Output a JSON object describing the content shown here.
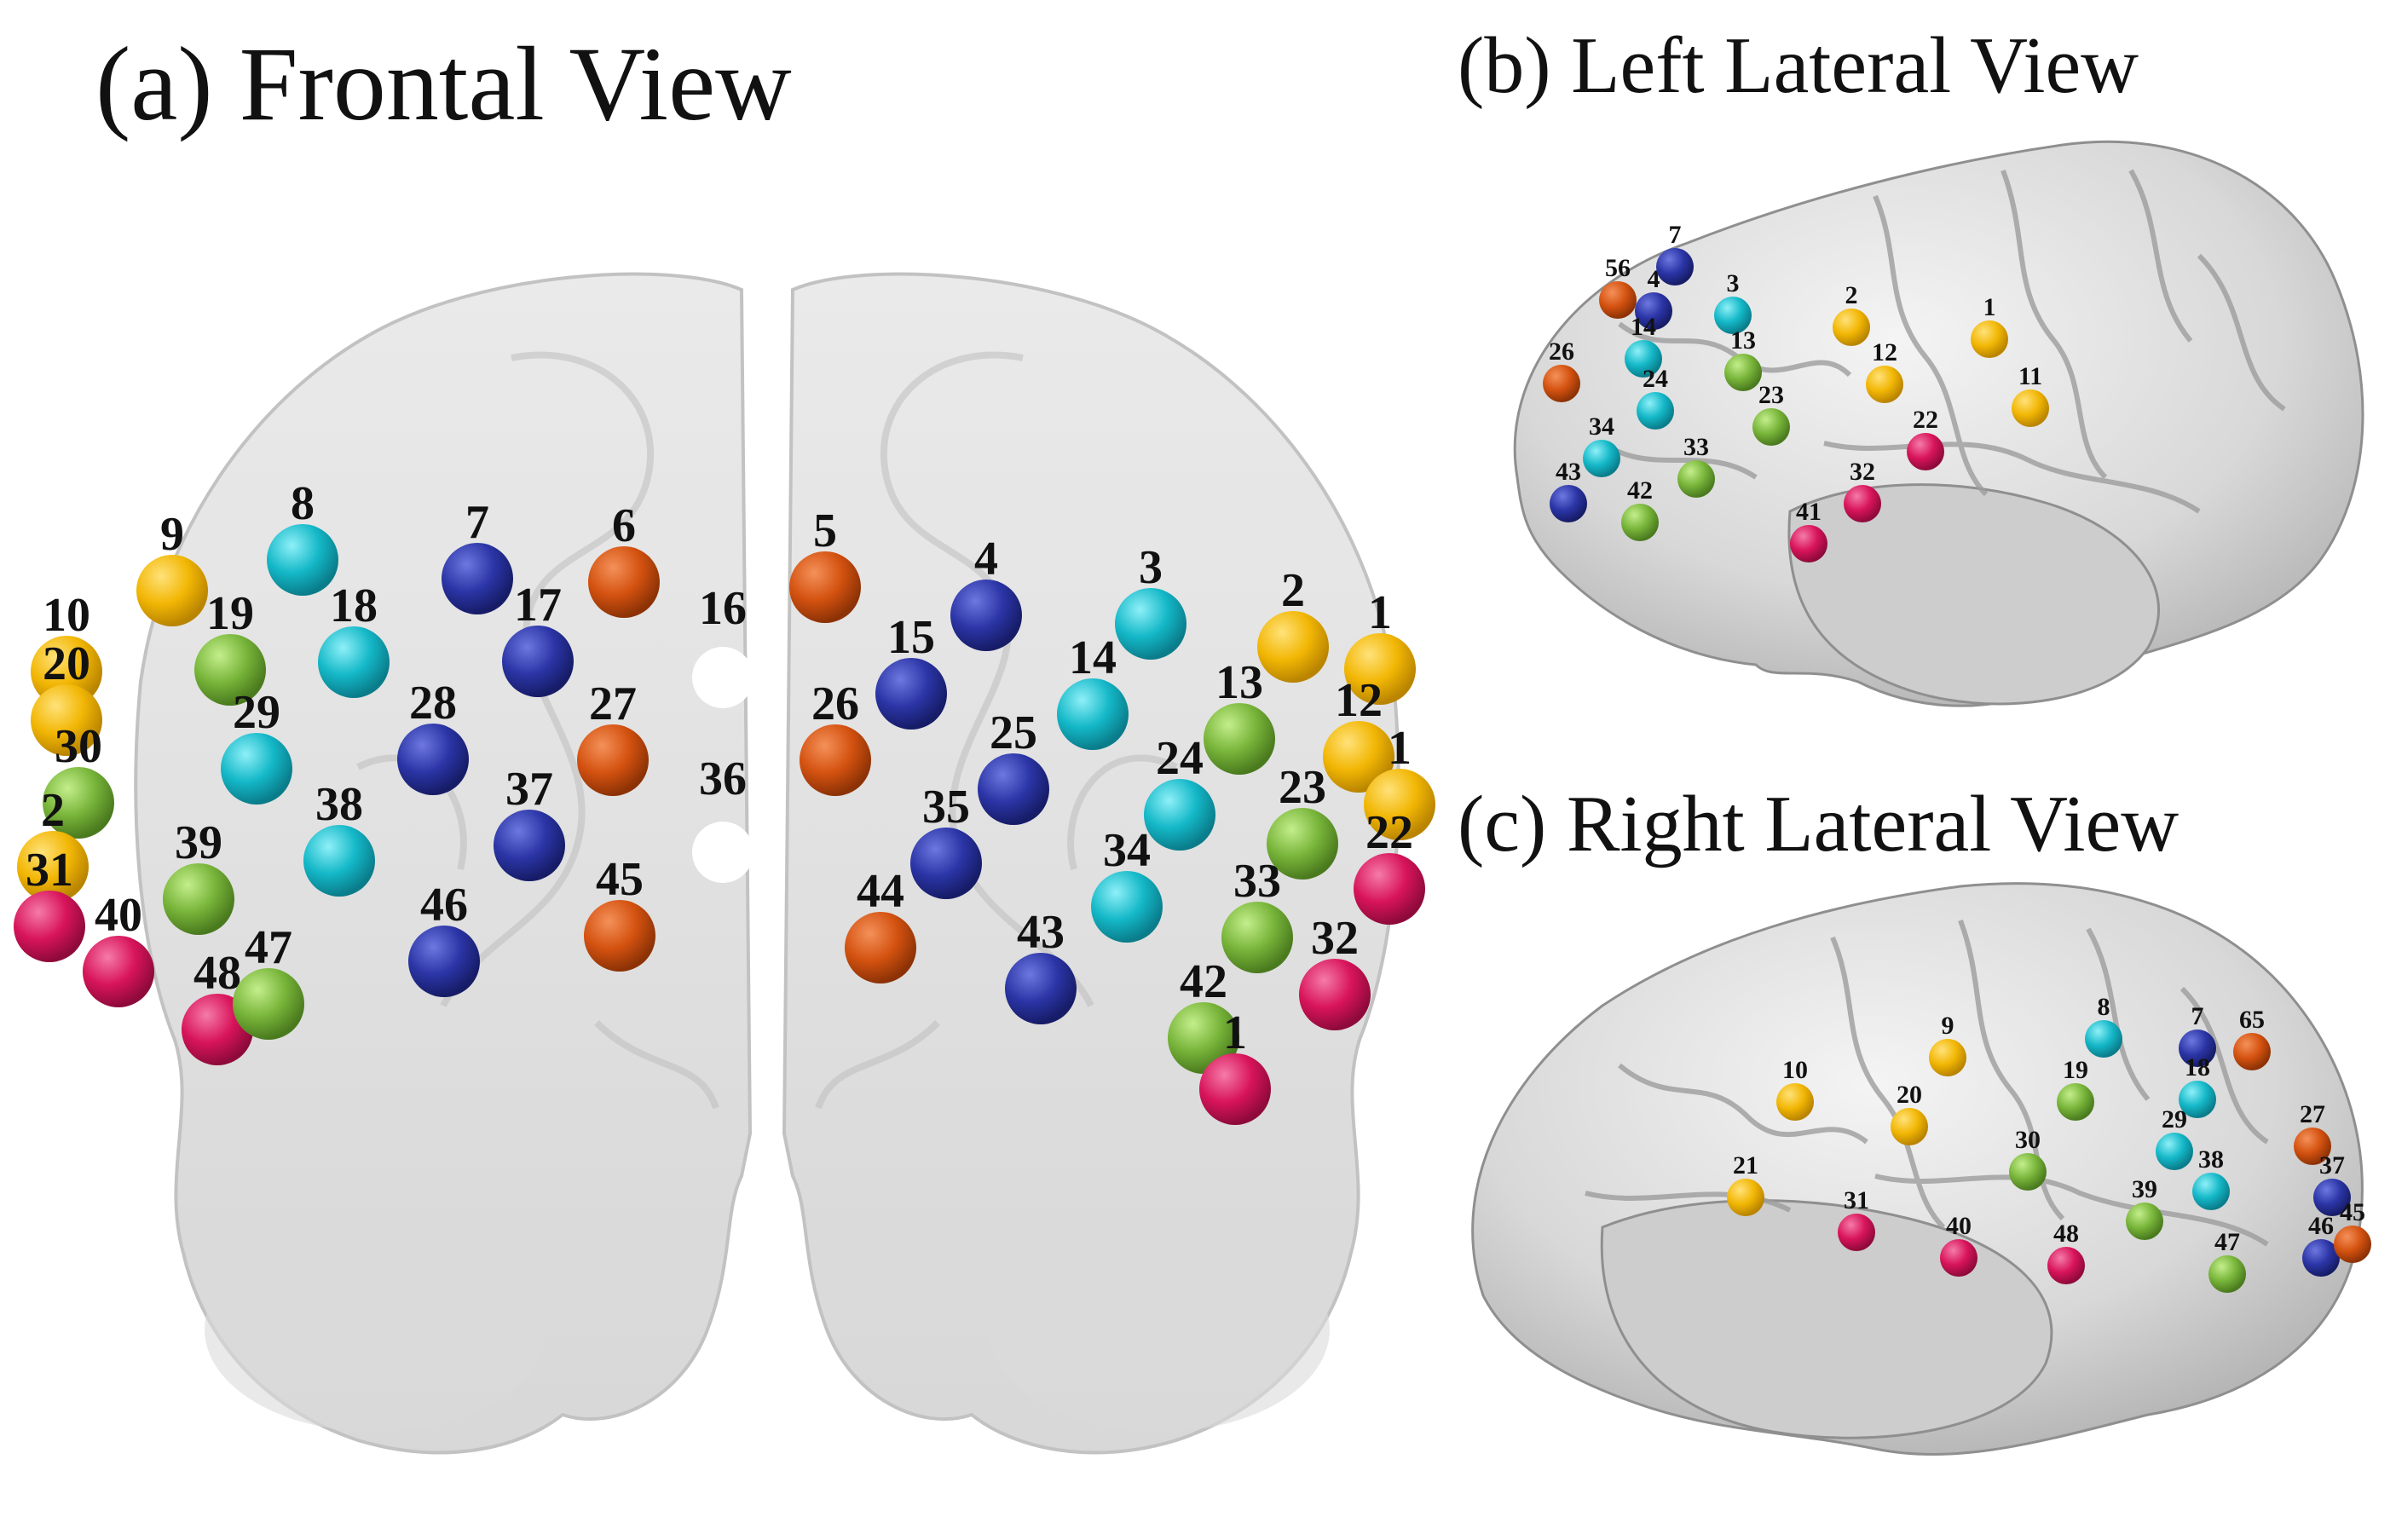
{
  "panels": {
    "frontal": {
      "title": "(a) Frontal View"
    },
    "left": {
      "title": "(b) Left Lateral View"
    },
    "right": {
      "title": "(c) Right Lateral View"
    }
  },
  "colors": {
    "yellow": "#F2B705",
    "cyan": "#14B8C8",
    "blue": "#2B35A6",
    "orange": "#D45210",
    "green": "#78B53A",
    "pink": "#D8145A",
    "brain_translucent": "#D6D6D6",
    "brain_lateral": "#D9D9D9"
  },
  "electrodes": {
    "frontal": [
      {
        "label": "8",
        "color": "cyan"
      },
      {
        "label": "9",
        "color": "yellow"
      },
      {
        "label": "7",
        "color": "blue"
      },
      {
        "label": "6",
        "color": "orange"
      },
      {
        "label": "5",
        "color": "orange"
      },
      {
        "label": "4",
        "color": "blue"
      },
      {
        "label": "3",
        "color": "cyan"
      },
      {
        "label": "2",
        "color": "yellow"
      },
      {
        "label": "1",
        "color": "yellow"
      },
      {
        "label": "10",
        "color": "yellow"
      },
      {
        "label": "20",
        "color": "yellow"
      },
      {
        "label": "19",
        "color": "green"
      },
      {
        "label": "18",
        "color": "cyan"
      },
      {
        "label": "17",
        "color": "blue"
      },
      {
        "label": "16",
        "color": "none"
      },
      {
        "label": "15",
        "color": "blue"
      },
      {
        "label": "14",
        "color": "cyan"
      },
      {
        "label": "13",
        "color": "green"
      },
      {
        "label": "12",
        "color": "yellow"
      },
      {
        "label": "30",
        "color": "green"
      },
      {
        "label": "29",
        "color": "cyan"
      },
      {
        "label": "28",
        "color": "blue"
      },
      {
        "label": "27",
        "color": "orange"
      },
      {
        "label": "26",
        "color": "orange"
      },
      {
        "label": "25",
        "color": "blue"
      },
      {
        "label": "24",
        "color": "cyan"
      },
      {
        "label": "23",
        "color": "green"
      },
      {
        "label": "2",
        "color": "yellow"
      },
      {
        "label": "1",
        "color": "yellow"
      },
      {
        "label": "36",
        "color": "none"
      },
      {
        "label": "38",
        "color": "cyan"
      },
      {
        "label": "37",
        "color": "blue"
      },
      {
        "label": "35",
        "color": "blue"
      },
      {
        "label": "34",
        "color": "cyan"
      },
      {
        "label": "22",
        "color": "pink"
      },
      {
        "label": "31",
        "color": "pink"
      },
      {
        "label": "39",
        "color": "green"
      },
      {
        "label": "33",
        "color": "green"
      },
      {
        "label": "40",
        "color": "pink"
      },
      {
        "label": "46",
        "color": "blue"
      },
      {
        "label": "45",
        "color": "orange"
      },
      {
        "label": "44",
        "color": "orange"
      },
      {
        "label": "43",
        "color": "blue"
      },
      {
        "label": "32",
        "color": "pink"
      },
      {
        "label": "48",
        "color": "pink"
      },
      {
        "label": "47",
        "color": "green"
      },
      {
        "label": "42",
        "color": "green"
      },
      {
        "label": "1",
        "color": "pink"
      }
    ],
    "left": [
      {
        "label": "56",
        "color": "orange"
      },
      {
        "label": "4",
        "color": "blue"
      },
      {
        "label": "7",
        "color": "blue"
      },
      {
        "label": "3",
        "color": "cyan"
      },
      {
        "label": "2",
        "color": "yellow"
      },
      {
        "label": "1",
        "color": "yellow"
      },
      {
        "label": "14",
        "color": "cyan"
      },
      {
        "label": "13",
        "color": "green"
      },
      {
        "label": "12",
        "color": "yellow"
      },
      {
        "label": "11",
        "color": "yellow"
      },
      {
        "label": "26",
        "color": "orange"
      },
      {
        "label": "24",
        "color": "cyan"
      },
      {
        "label": "23",
        "color": "green"
      },
      {
        "label": "22",
        "color": "pink"
      },
      {
        "label": "34",
        "color": "cyan"
      },
      {
        "label": "33",
        "color": "green"
      },
      {
        "label": "32",
        "color": "pink"
      },
      {
        "label": "43",
        "color": "blue"
      },
      {
        "label": "42",
        "color": "green"
      },
      {
        "label": "41",
        "color": "pink"
      }
    ],
    "right": [
      {
        "label": "8",
        "color": "cyan"
      },
      {
        "label": "9",
        "color": "yellow"
      },
      {
        "label": "7",
        "color": "blue"
      },
      {
        "label": "65",
        "color": "orange"
      },
      {
        "label": "10",
        "color": "yellow"
      },
      {
        "label": "20",
        "color": "yellow"
      },
      {
        "label": "19",
        "color": "green"
      },
      {
        "label": "18",
        "color": "cyan"
      },
      {
        "label": "29",
        "color": "cyan"
      },
      {
        "label": "27",
        "color": "orange"
      },
      {
        "label": "30",
        "color": "green"
      },
      {
        "label": "21",
        "color": "yellow"
      },
      {
        "label": "31",
        "color": "pink"
      },
      {
        "label": "40",
        "color": "pink"
      },
      {
        "label": "39",
        "color": "green"
      },
      {
        "label": "38",
        "color": "cyan"
      },
      {
        "label": "37",
        "color": "blue"
      },
      {
        "label": "48",
        "color": "pink"
      },
      {
        "label": "47",
        "color": "green"
      },
      {
        "label": "46",
        "color": "blue"
      },
      {
        "label": "45",
        "color": "orange"
      }
    ]
  }
}
